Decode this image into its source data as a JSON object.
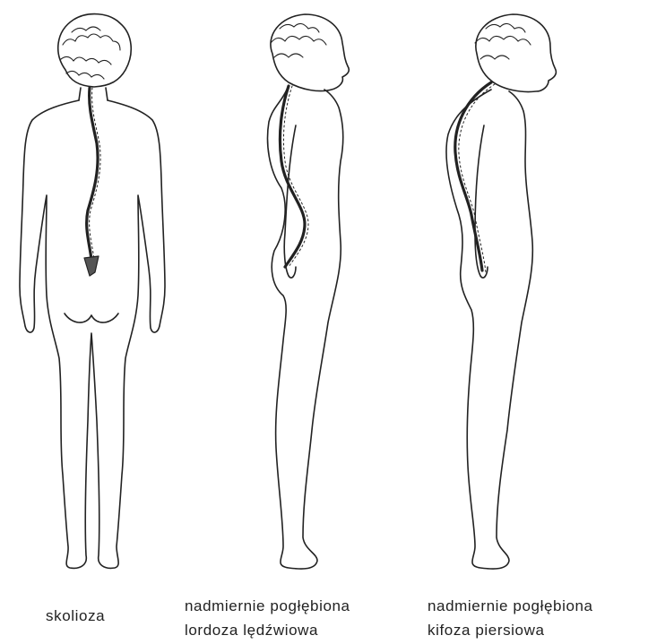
{
  "figures": [
    {
      "id": "scoliosis",
      "caption_lines": [
        "skolioza"
      ]
    },
    {
      "id": "lordosis",
      "caption_lines": [
        "nadmiernie pogłębiona",
        "lordoza lędźwiowa"
      ]
    },
    {
      "id": "kyphosis",
      "caption_lines": [
        "nadmiernie pogłębiona",
        "kifoza piersiowa"
      ]
    }
  ],
  "colors": {
    "ink": "#222222",
    "background": "#ffffff"
  }
}
